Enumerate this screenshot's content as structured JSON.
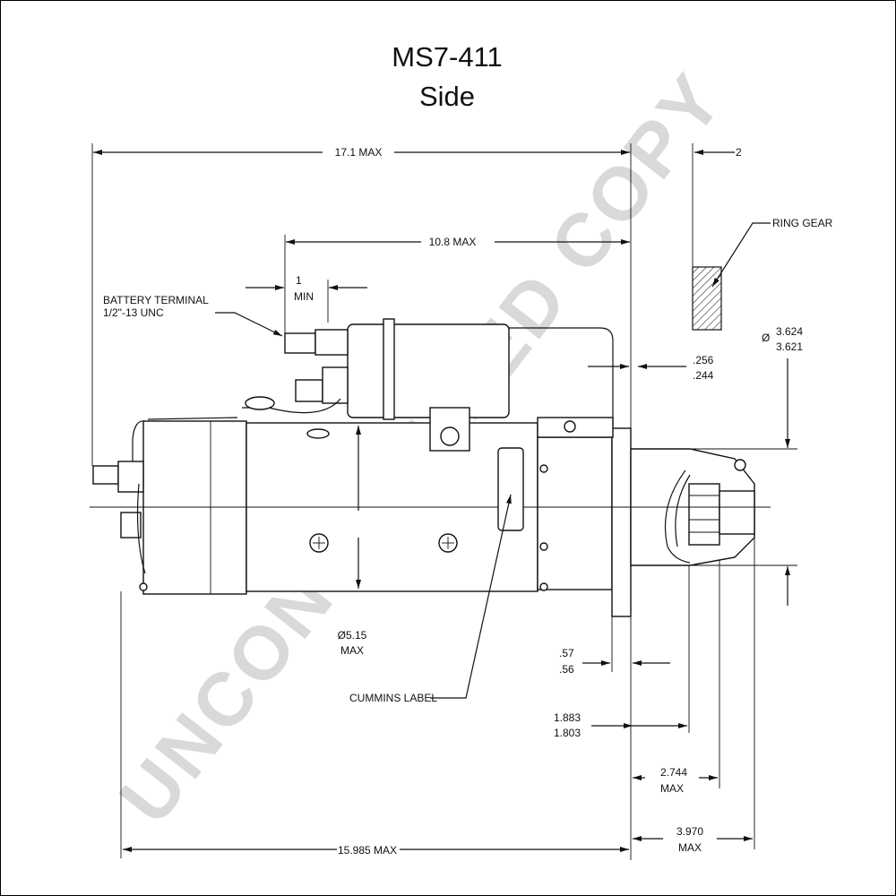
{
  "title": "MS7-411",
  "subtitle": "Side",
  "watermark": "UNCONTROLLED COPY",
  "labels": {
    "overall_length": "17.1 MAX",
    "solenoid_length": "10.8   MAX",
    "gap_value": "1",
    "gap_min": "MIN",
    "battery_terminal_1": "BATTERY TERMINAL",
    "battery_terminal_2": "1/2\"-13 UNC",
    "ring_gear": "RING GEAR",
    "ring_gear_gap": "2",
    "dia_upper": "3.624",
    "dia_lower": "3.621",
    "dia_symbol": "Ø",
    "flange_upper": ".256",
    "flange_lower": ".244",
    "body_dia_1": "Ø5.15",
    "body_dia_2": "MAX",
    "cummins_label": "CUMMINS LABEL",
    "flange_thk_upper": ".57",
    "flange_thk_lower": ".56",
    "pinion_upper": "1.883",
    "pinion_lower": "1.803",
    "nose_1": "2.744",
    "nose_2": "MAX",
    "mount_length": "15.985 MAX",
    "tip_1": "3.970",
    "tip_2": "MAX"
  }
}
